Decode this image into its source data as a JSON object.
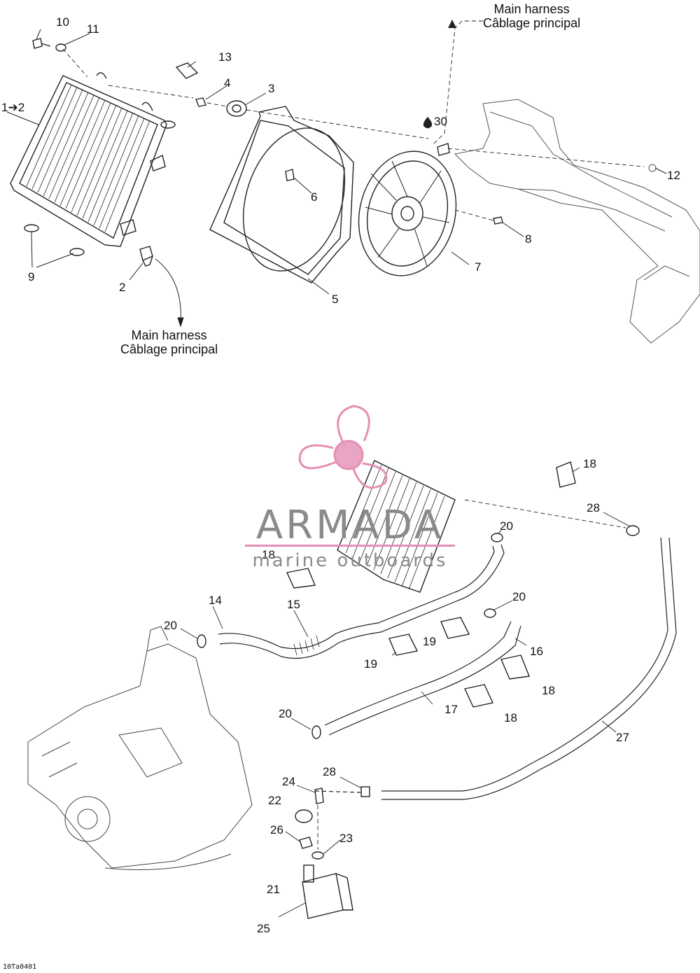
{
  "callouts": {
    "c1": "1➔2",
    "c2": "2",
    "c3": "3",
    "c4": "4",
    "c5": "5",
    "c6": "6",
    "c7": "7",
    "c8": "8",
    "c9": "9",
    "c10": "10",
    "c11": "11",
    "c12": "12",
    "c13": "13",
    "c14": "14",
    "c15": "15",
    "c16": "16",
    "c17": "17",
    "c18": "18",
    "c19": "19",
    "c20": "20",
    "c21": "21",
    "c22": "22",
    "c23": "23",
    "c24": "24",
    "c25": "25",
    "c26": "26",
    "c27": "27",
    "c28": "28",
    "c30": "30"
  },
  "harness": {
    "line_en": "Main harness",
    "line_fr": "Câblage principal"
  },
  "watermark": {
    "title": "ARMADA",
    "subtitle": "marine outboards",
    "color": "#e48fb4"
  },
  "doc_code": "10Ta0401"
}
